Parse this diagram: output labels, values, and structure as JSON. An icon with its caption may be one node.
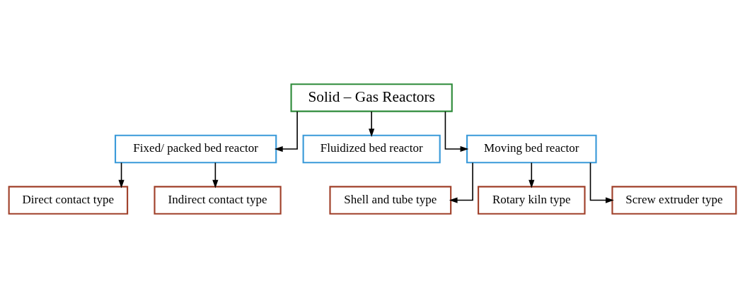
{
  "diagram": {
    "nodes": [
      {
        "text": [
          "Solid – Gas Reactors"
        ]
      },
      {
        "text": [
          "Fixed/ packed bed reactor"
        ]
      },
      {
        "text": [
          "Fluidized bed reactor"
        ]
      },
      {
        "text": [
          "Moving bed reactor"
        ]
      },
      {
        "text": [
          "Direct contact type"
        ]
      },
      {
        "text": [
          "Indirect contact type"
        ]
      },
      {
        "text": [
          "Shell and tube type"
        ]
      },
      {
        "text": [
          "Rotary kiln type"
        ]
      },
      {
        "text": [
          "Screw extruder type"
        ]
      }
    ],
    "edges": [
      {
        "from": 0,
        "to": 1,
        "arrow": "to"
      },
      {
        "from": 0,
        "to": 2,
        "arrow": "to"
      },
      {
        "from": 0,
        "to": 3,
        "arrow": "to"
      },
      {
        "from": 1,
        "to": 4,
        "arrow": "to"
      },
      {
        "from": 1,
        "to": 5,
        "arrow": "to"
      },
      {
        "from": 3,
        "to": 6,
        "arrow": "to"
      },
      {
        "from": 3,
        "to": 7,
        "arrow": "to"
      },
      {
        "from": 3,
        "to": 8,
        "arrow": "to"
      }
    ]
  }
}
